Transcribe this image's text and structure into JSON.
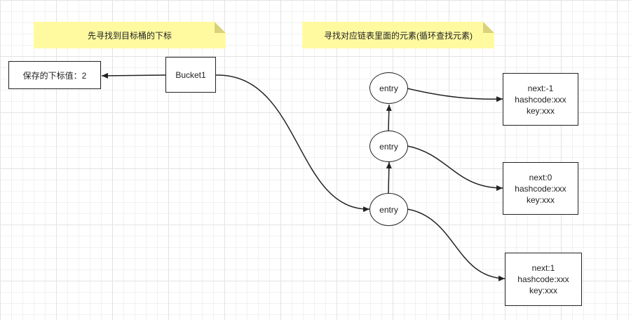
{
  "notes": {
    "find_bucket": "先寻找到目标桶的下标",
    "find_element": "寻找对应链表里面的元素(循环查找元素)"
  },
  "saved_index": "保存的下标值：2",
  "bucket": "Bucket1",
  "entries": [
    "entry",
    "entry",
    "entry"
  ],
  "nodes": [
    {
      "next": "next:-1",
      "hashcode": "hashcode:xxx",
      "key": "key:xxx"
    },
    {
      "next": "next:0",
      "hashcode": "hashcode:xxx",
      "key": "key:xxx"
    },
    {
      "next": "next:1",
      "hashcode": "hashcode:xxx",
      "key": "key:xxx"
    }
  ],
  "colors": {
    "note": "#fffaa0",
    "note_fold": "#d9d27a",
    "stroke": "#222222",
    "grid": "#e3e3e3"
  }
}
